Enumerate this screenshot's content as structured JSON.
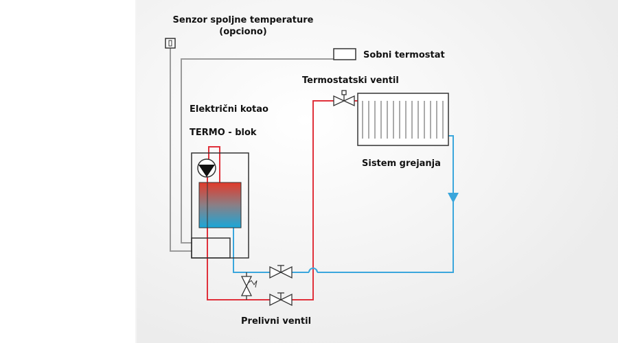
{
  "labels": {
    "sensor_line1": "Senzor spoljne temperature",
    "sensor_line2": "(opciono)",
    "room_thermostat": "Sobni termostat",
    "thermostatic_valve": "Termostatski ventil",
    "electric_boiler": "Električni kotao",
    "termo_blok": "TERMO - blok",
    "heating_system": "Sistem grejanja",
    "overflow_valve": "Prelivni ventil"
  },
  "colors": {
    "hot_pipe": "#e0303a",
    "return_pipe": "#3aa6dc",
    "control_wire": "#9a9a9a",
    "outline": "#333333"
  }
}
